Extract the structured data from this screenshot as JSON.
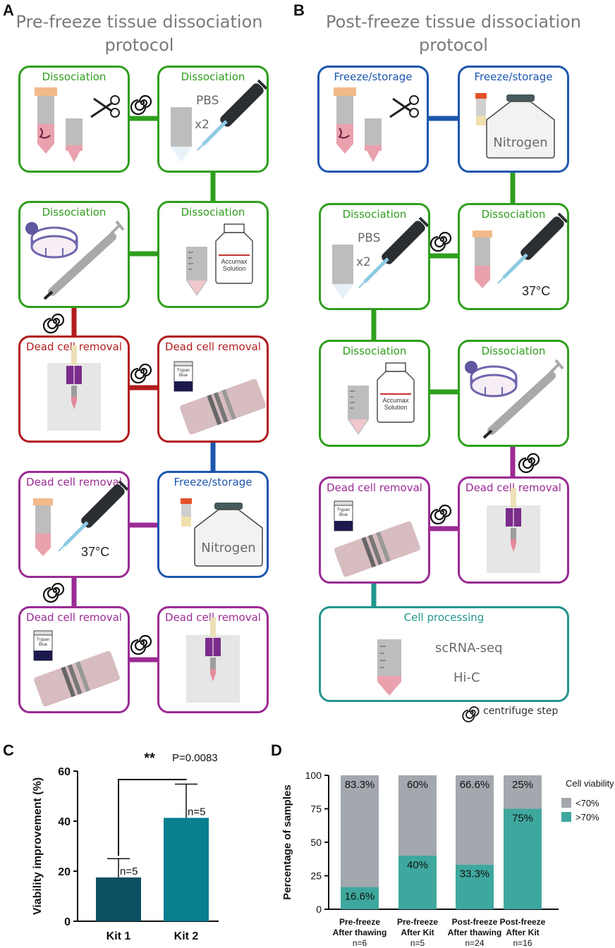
{
  "panels": {
    "A": {
      "letter": "A",
      "title_line1": "Pre-freeze tissue dissociation",
      "title_line2": "protocol"
    },
    "B": {
      "letter": "B",
      "title_line1": "Post-freeze tissue dissociation",
      "title_line2": "protocol"
    },
    "C": {
      "letter": "C"
    },
    "D": {
      "letter": "D"
    }
  },
  "steps": {
    "dissociation": "Dissociation",
    "dead_cell_removal": "Dead cell removal",
    "freeze_storage": "Freeze/storage",
    "cell_processing": "Cell processing"
  },
  "illustration_text": {
    "pbs": "PBS",
    "x2": "x2",
    "accumax_1": "Accumax",
    "accumax_2": "Solution",
    "trypan_1": "Trypan",
    "trypan_2": "Blue",
    "nitrogen": "Nitrogen",
    "temp": "37°C",
    "scrna": "scRNA-seq",
    "hic": "Hi-C"
  },
  "legend": {
    "centrifuge": "centrifuge step",
    "centrifuge_icon": "spiral-icon"
  },
  "colors": {
    "dissociation": "#2f9e1d",
    "dead_cell_red": "#b31b1b",
    "dead_cell_purple": "#9b2a94",
    "freeze": "#1c56ad",
    "processing": "#22968e",
    "kit1": "#0d4f63",
    "kit2": "#087e8f",
    "gray_bar": "#a3a8ae",
    "teal_bar": "#3fa89e"
  },
  "chart_data": [
    {
      "type": "bar",
      "panel": "C",
      "categories": [
        "Kit 1",
        "Kit 2"
      ],
      "values": [
        17.5,
        41.3
      ],
      "error_upper": [
        25,
        54.8
      ],
      "n_labels": [
        "n=5",
        "n=5"
      ],
      "ylabel": "Viability improvement (%)",
      "ylim": [
        0,
        60
      ],
      "yticks": [
        "0",
        "20",
        "40",
        "60"
      ],
      "significance": {
        "stars": "**",
        "p_text": "P=0.0083"
      }
    },
    {
      "type": "bar",
      "stacked": true,
      "panel": "D",
      "categories": [
        {
          "line1": "Pre-freeze",
          "line2": "After thawing",
          "n": "n=6"
        },
        {
          "line1": "Pre-freeze",
          "line2": "After Kit",
          "n": "n=5"
        },
        {
          "line1": "Post-freeze",
          "line2": "After thawing",
          "n": "n=24"
        },
        {
          "line1": "Post-freeze",
          "line2": "After Kit",
          "n": "n=16"
        }
      ],
      "series": [
        {
          "name": ">70%",
          "values": [
            16.6,
            40,
            33.3,
            75
          ],
          "labels": [
            "16.6%",
            "40%",
            "33.3%",
            "75%"
          ]
        },
        {
          "name": "<70%",
          "values": [
            83.3,
            60,
            66.6,
            25
          ],
          "labels": [
            "83.3%",
            "60%",
            "66.6%",
            "25%"
          ]
        }
      ],
      "ylabel": "Percentage of samples",
      "ylim": [
        0,
        100
      ],
      "yticks": [
        "0",
        "25",
        "50",
        "75",
        "100"
      ],
      "legend_title": "Cell viability",
      "legend_items": [
        "<70%",
        ">70%"
      ]
    }
  ]
}
